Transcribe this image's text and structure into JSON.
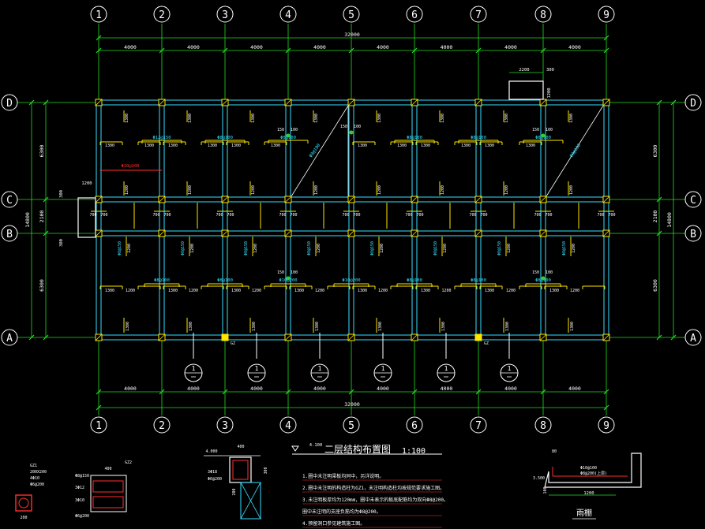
{
  "grid": {
    "columns": [
      "1",
      "2",
      "3",
      "4",
      "5",
      "6",
      "7",
      "8",
      "9"
    ],
    "rows": [
      "D",
      "C",
      "B",
      "A"
    ],
    "spans": [
      "4000",
      "4000",
      "4000",
      "4000",
      "4000",
      "4000",
      "4000",
      "4000"
    ],
    "total": "32000",
    "row_spans_right": [
      "6300",
      "2100",
      "6300"
    ],
    "row_total": "14800"
  },
  "canopy_top": {
    "w": "2200",
    "a": "300",
    "h": "1200"
  },
  "canopy_left": {
    "w": "1200",
    "a": "300",
    "b": "300"
  },
  "beams": {
    "slab_top": [
      "Φ12@150",
      "Φ8@100",
      "Φ8@100",
      "Φ8@100",
      "Φ8@100",
      "Φ8@100"
    ],
    "slab_bot": [
      "Φ8@100",
      "Φ8@100",
      "Φ10@200",
      "Φ10@200",
      "Φ8@100",
      "Φ8@100",
      "Φ8@100"
    ],
    "red_label": "Φ10@200",
    "mid_bar": "1200",
    "len1": "1300",
    "len2": "1200",
    "seg": "700",
    "vert": [
      "Φ8@150",
      "Φ8@150",
      "Φ8@150",
      "Φ8@150",
      "Φ8@150",
      "Φ8@150",
      "Φ8@150",
      "Φ8@150"
    ],
    "pair150": [
      "150",
      "100"
    ],
    "diag": "Φ8@100"
  },
  "section_mark": "1",
  "col_mark": "GZ",
  "title": {
    "elev": "4.100",
    "text": "二层结构布置图",
    "scale": "1:100"
  },
  "notes": [
    "1.圈中未注明梁板均同中，另详说明。",
    "2.圈中未注明的构造柱为GZ1，未注明构造柱均按规范要求施工图。",
    "3.未注明板厚均为120mm，圈中未表示的板底配筋均为双向Φ8@200。",
    "圈中未注明的支座负筋均为Φ8@200。",
    "4.预留洞口参见建筑施工图。"
  ],
  "gz1": {
    "name": "GZ1",
    "size": "200X200",
    "bars": "4Φ10",
    "ties": "Φ6@200",
    "dim": "200"
  },
  "gz2": {
    "label": "GZ2",
    "dim": "400",
    "a": "Φ8@150",
    "b": "3Φ12",
    "c": "3Φ10",
    "d": "Φ6@200"
  },
  "sec1": {
    "elev": "4.000",
    "w": "400",
    "h": "300",
    "bars": "3Φ18",
    "ties": "Φ6@200",
    "d": "200"
  },
  "canopy_sec": {
    "elev": "3.500",
    "a": "80",
    "b": "Φ10@100",
    "c": "Φ8@200(上层)",
    "d": "100",
    "w": "1200",
    "name": "雨棚"
  }
}
